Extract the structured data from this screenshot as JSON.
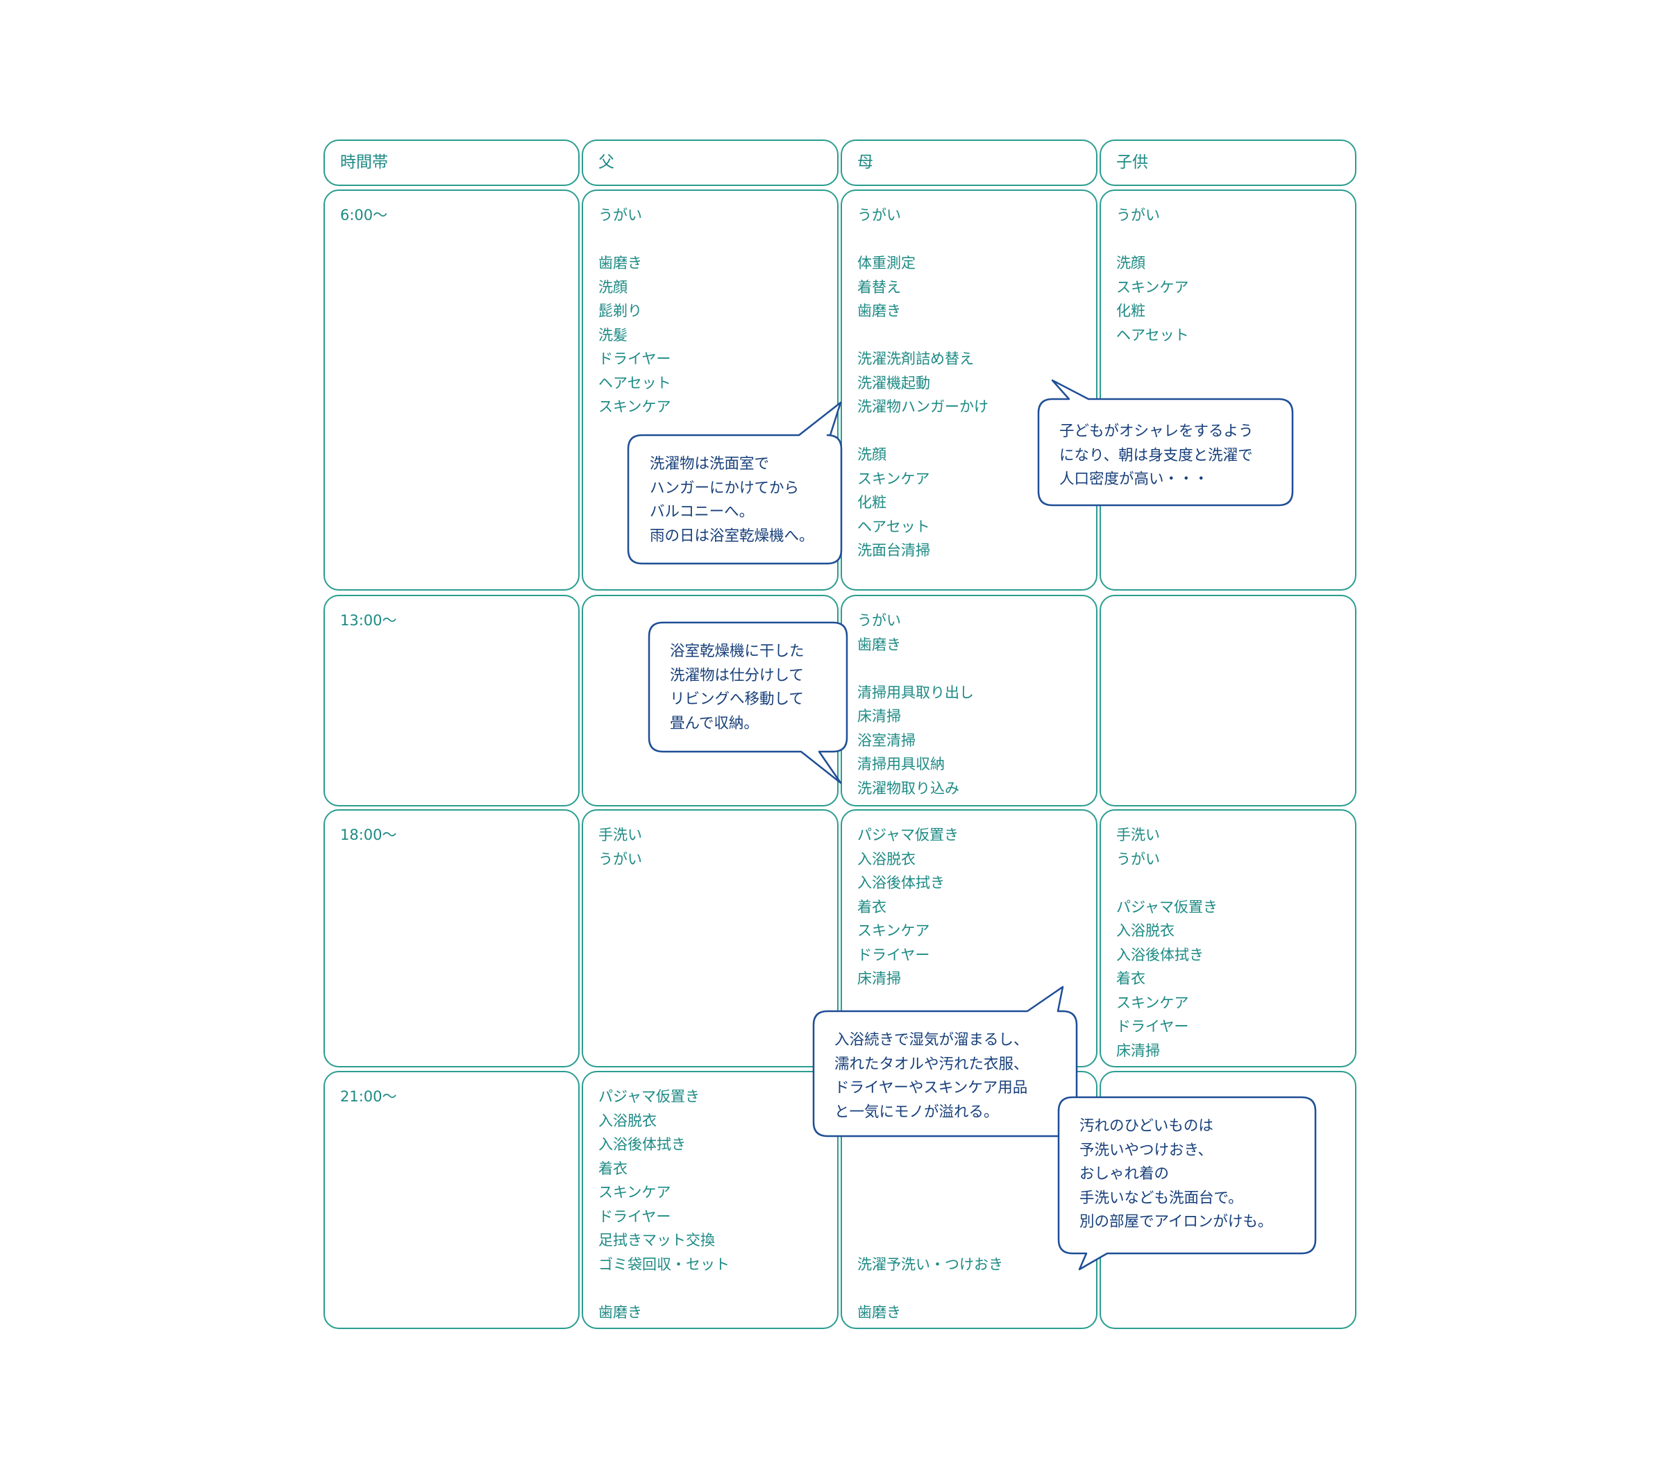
{
  "colors": {
    "cell_border": "#2a9d8f",
    "cell_text": "#1d8a84",
    "bubble_border": "#1f4e96",
    "bubble_text": "#173f7a",
    "background": "#ffffff"
  },
  "headers": {
    "time": "時間帯",
    "father": "父",
    "mother": "母",
    "child": "子供"
  },
  "rows": [
    {
      "time": "6:00〜",
      "father": "うがい\n\n歯磨き\n洗顔\n髭剃り\n洗髪\nドライヤー\nヘアセット\nスキンケア",
      "mother": "うがい\n\n体重測定\n着替え\n歯磨き\n\n洗濯洗剤詰め替え\n洗濯機起動\n洗濯物ハンガーかけ\n\n洗顔\nスキンケア\n化粧\nヘアセット\n洗面台清掃",
      "child": "うがい\n\n洗顔\nスキンケア\n化粧\nヘアセット"
    },
    {
      "time": "13:00〜",
      "father": "",
      "mother": "うがい\n歯磨き\n\n清掃用具取り出し\n床清掃\n浴室清掃\n清掃用具収納\n洗濯物取り込み",
      "child": ""
    },
    {
      "time": "18:00〜",
      "father": "手洗い\nうがい",
      "mother": "パジャマ仮置き\n入浴脱衣\n入浴後体拭き\n着衣\nスキンケア\nドライヤー\n床清掃",
      "child": "手洗い\nうがい\n\nパジャマ仮置き\n入浴脱衣\n入浴後体拭き\n着衣\nスキンケア\nドライヤー\n床清掃"
    },
    {
      "time": "21:00〜",
      "father": "パジャマ仮置き\n入浴脱衣\n入浴後体拭き\n着衣\nスキンケア\nドライヤー\n足拭きマット交換\nゴミ袋回収・セット\n\n歯磨き",
      "mother": "\n\n\n\n\n\n\n洗濯予洗い・つけおき\n\n歯磨き",
      "child": ""
    }
  ],
  "notes": {
    "laundry_hanging": "洗濯物は洗面室で\nハンガーにかけてから\nバルコニーへ。\n雨の日は浴室乾燥機へ。",
    "child_fashion": "子どもがオシャレをするよう\nになり、朝は身支度と洗濯で\n人口密度が高い・・・",
    "folding": "浴室乾燥機に干した\n洗濯物は仕分けして\nリビングへ移動して\n畳んで収納。",
    "humidity": "入浴続きで湿気が溜まるし、\n濡れたタオルや汚れた衣服、\nドライヤーやスキンケア用品\nと一気にモノが溢れる。",
    "prewash": "汚れのひどいものは\n予洗いやつけおき、\nおしゃれ着の\n手洗いなども洗面台で。\n別の部屋でアイロンがけも。"
  }
}
